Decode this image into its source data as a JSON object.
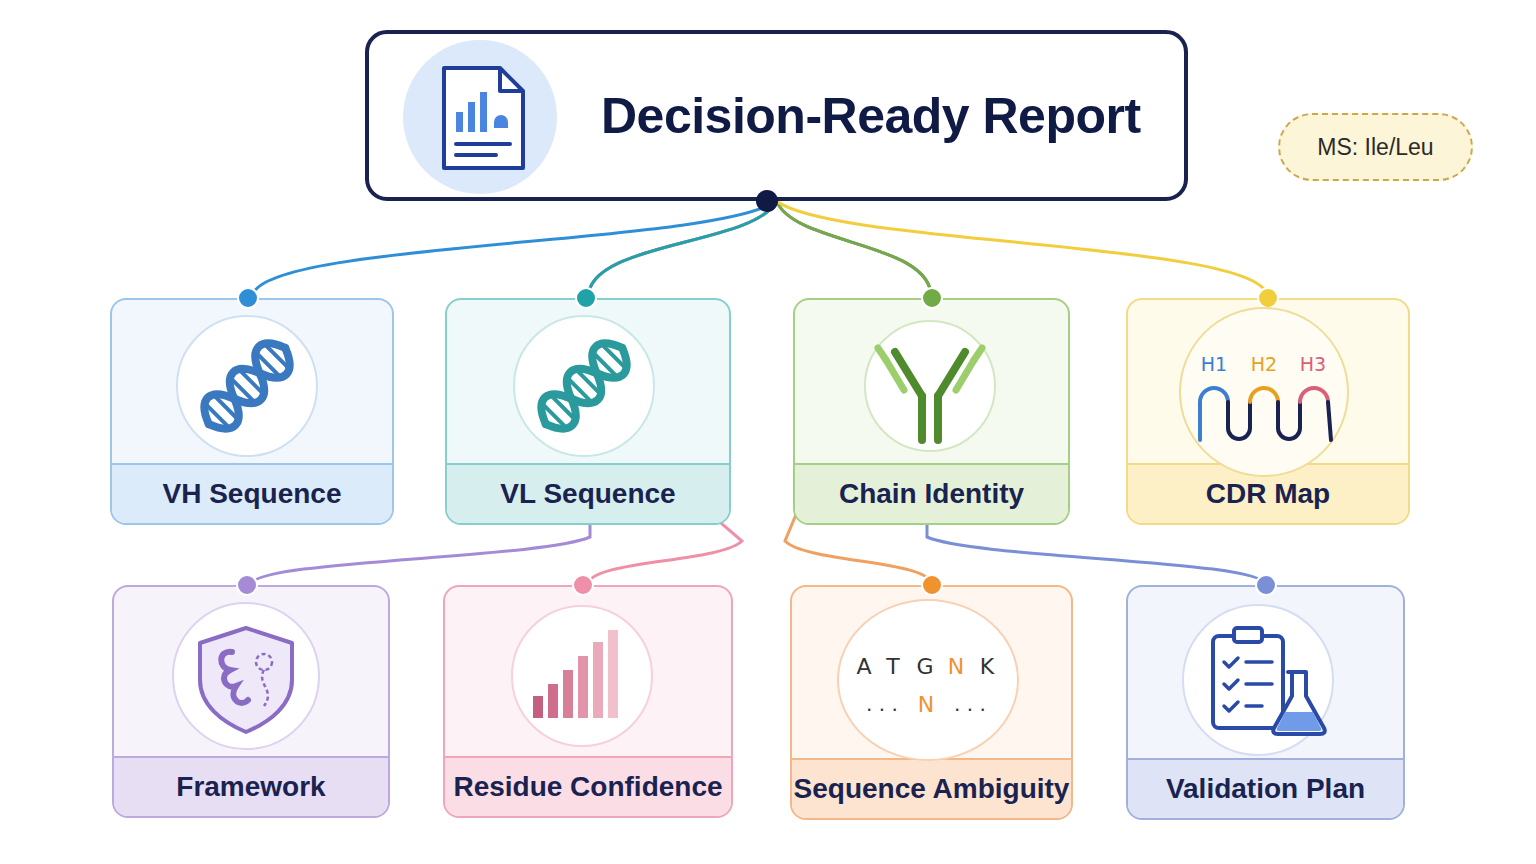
{
  "diagram": {
    "nodes": [
      {
        "text": [
          "Decision-Ready Report"
        ]
      },
      {
        "text": [
          "MS: Ile/Leu"
        ]
      },
      {
        "text": [
          "VH Sequence"
        ]
      },
      {
        "text": [
          "VL Sequence"
        ]
      },
      {
        "text": [
          "Chain Identity"
        ]
      },
      {
        "text": [
          "CDR Map"
        ]
      },
      {
        "text": [
          "Framework"
        ]
      },
      {
        "text": [
          "Residue Confidence"
        ]
      },
      {
        "text": [
          "Sequence Ambiguity"
        ]
      },
      {
        "text": [
          "Validation Plan"
        ]
      }
    ],
    "edges": [
      {
        "from": 0,
        "to": 2,
        "arrow": "none"
      },
      {
        "from": 0,
        "to": 3,
        "arrow": "none"
      },
      {
        "from": 0,
        "to": 4,
        "arrow": "none"
      },
      {
        "from": 0,
        "to": 5,
        "arrow": "none"
      },
      {
        "from": 0,
        "to": 6,
        "arrow": "none"
      },
      {
        "from": 0,
        "to": 7,
        "arrow": "none"
      },
      {
        "from": 0,
        "to": 8,
        "arrow": "none"
      },
      {
        "from": 0,
        "to": 9,
        "arrow": "none"
      }
    ],
    "labels": [
      "H1",
      "H2",
      "H3",
      "A",
      "T",
      "G",
      "N",
      "K",
      ". . .",
      "N",
      ". . ."
    ]
  }
}
